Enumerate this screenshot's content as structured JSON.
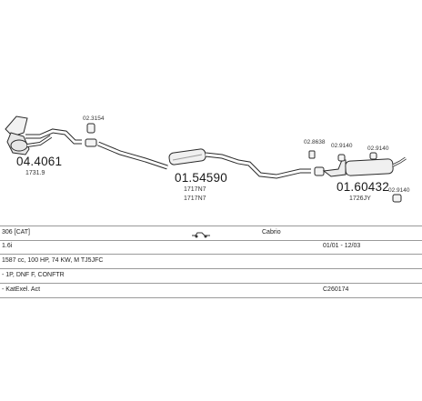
{
  "parts": [
    {
      "id": "catalyst",
      "number": "04.4061",
      "sub": [
        "1731.9"
      ]
    },
    {
      "id": "clamp-left",
      "number": "02.3154"
    },
    {
      "id": "middle-silencer",
      "number": "01.54590",
      "sub": [
        "1717N7",
        "1717N7"
      ]
    },
    {
      "id": "clamp-a",
      "number": "02.8638"
    },
    {
      "id": "clamp-b",
      "number": "02.9140"
    },
    {
      "id": "clamp-c",
      "number": "02.9140"
    },
    {
      "id": "clamp-d",
      "number": "02.9140"
    },
    {
      "id": "rear-silencer",
      "number": "01.60432",
      "sub": [
        "1726JY"
      ]
    }
  ],
  "table": {
    "rows": [
      {
        "cells": [
          {
            "id": "model",
            "text": "306 [CAT]"
          },
          {
            "id": "body-icon",
            "text": ""
          },
          {
            "id": "body",
            "text": "Cabrio"
          }
        ]
      },
      {
        "cells": [
          {
            "id": "engine",
            "text": "1.6i"
          },
          {
            "id": "date",
            "text": "01/01 - 12/03"
          }
        ]
      },
      {
        "cells": [
          {
            "id": "specs",
            "text": "1587 cc, 100 HP, 74 KW, M TJ5JFC"
          }
        ]
      },
      {
        "cells": [
          {
            "id": "note",
            "text": "- 1P, DNF F, CONFTR"
          }
        ]
      },
      {
        "cells": [
          {
            "id": "kit",
            "text": "- KatExel. Act"
          },
          {
            "id": "code",
            "text": "C260174"
          }
        ]
      }
    ]
  }
}
